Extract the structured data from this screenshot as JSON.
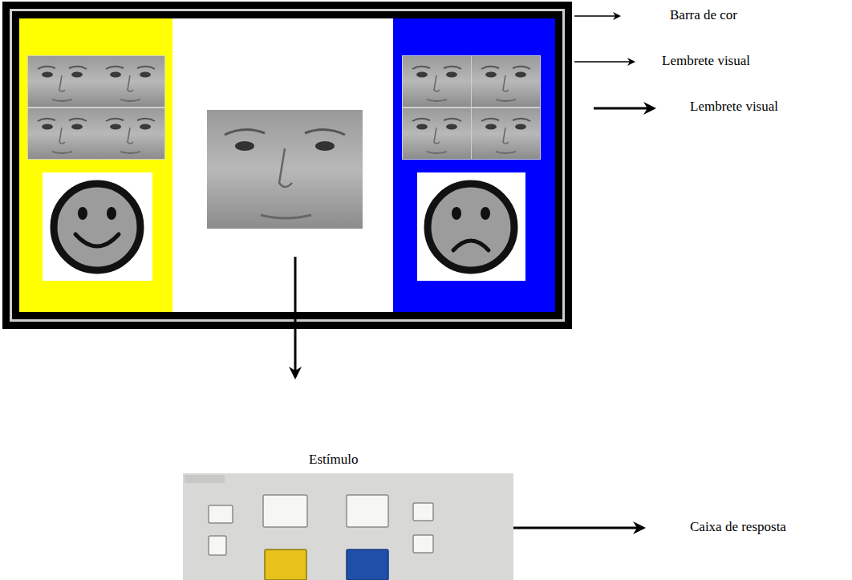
{
  "diagram": {
    "labels": [
      "Barra de cor",
      "Lembrete visual",
      "Lembrete visual",
      "Estímulo",
      "Caixa de resposta"
    ]
  }
}
